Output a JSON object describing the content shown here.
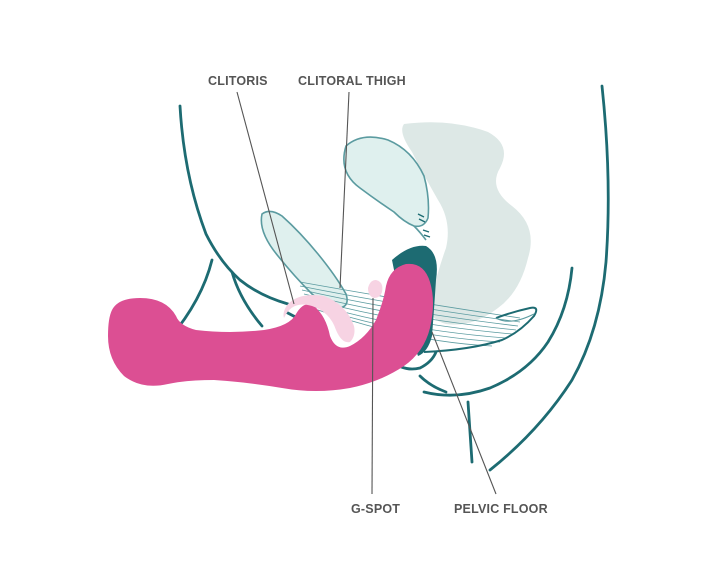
{
  "labels": {
    "clitoris": "CLITORIS",
    "clitoral_thigh": "CLITORAL THIGH",
    "g_spot": "G-SPOT",
    "pelvic_floor": "PELVIC FLOOR"
  },
  "colors": {
    "outline": "#1d6b72",
    "organ_fill": "#dff0ee",
    "organ_stroke": "#5b9ba0",
    "bowel_fill": "#dde8e6",
    "toy": "#dc4f93",
    "clitoris_fill": "#f7d3e3",
    "text": "#555555",
    "leader": "#555555"
  }
}
